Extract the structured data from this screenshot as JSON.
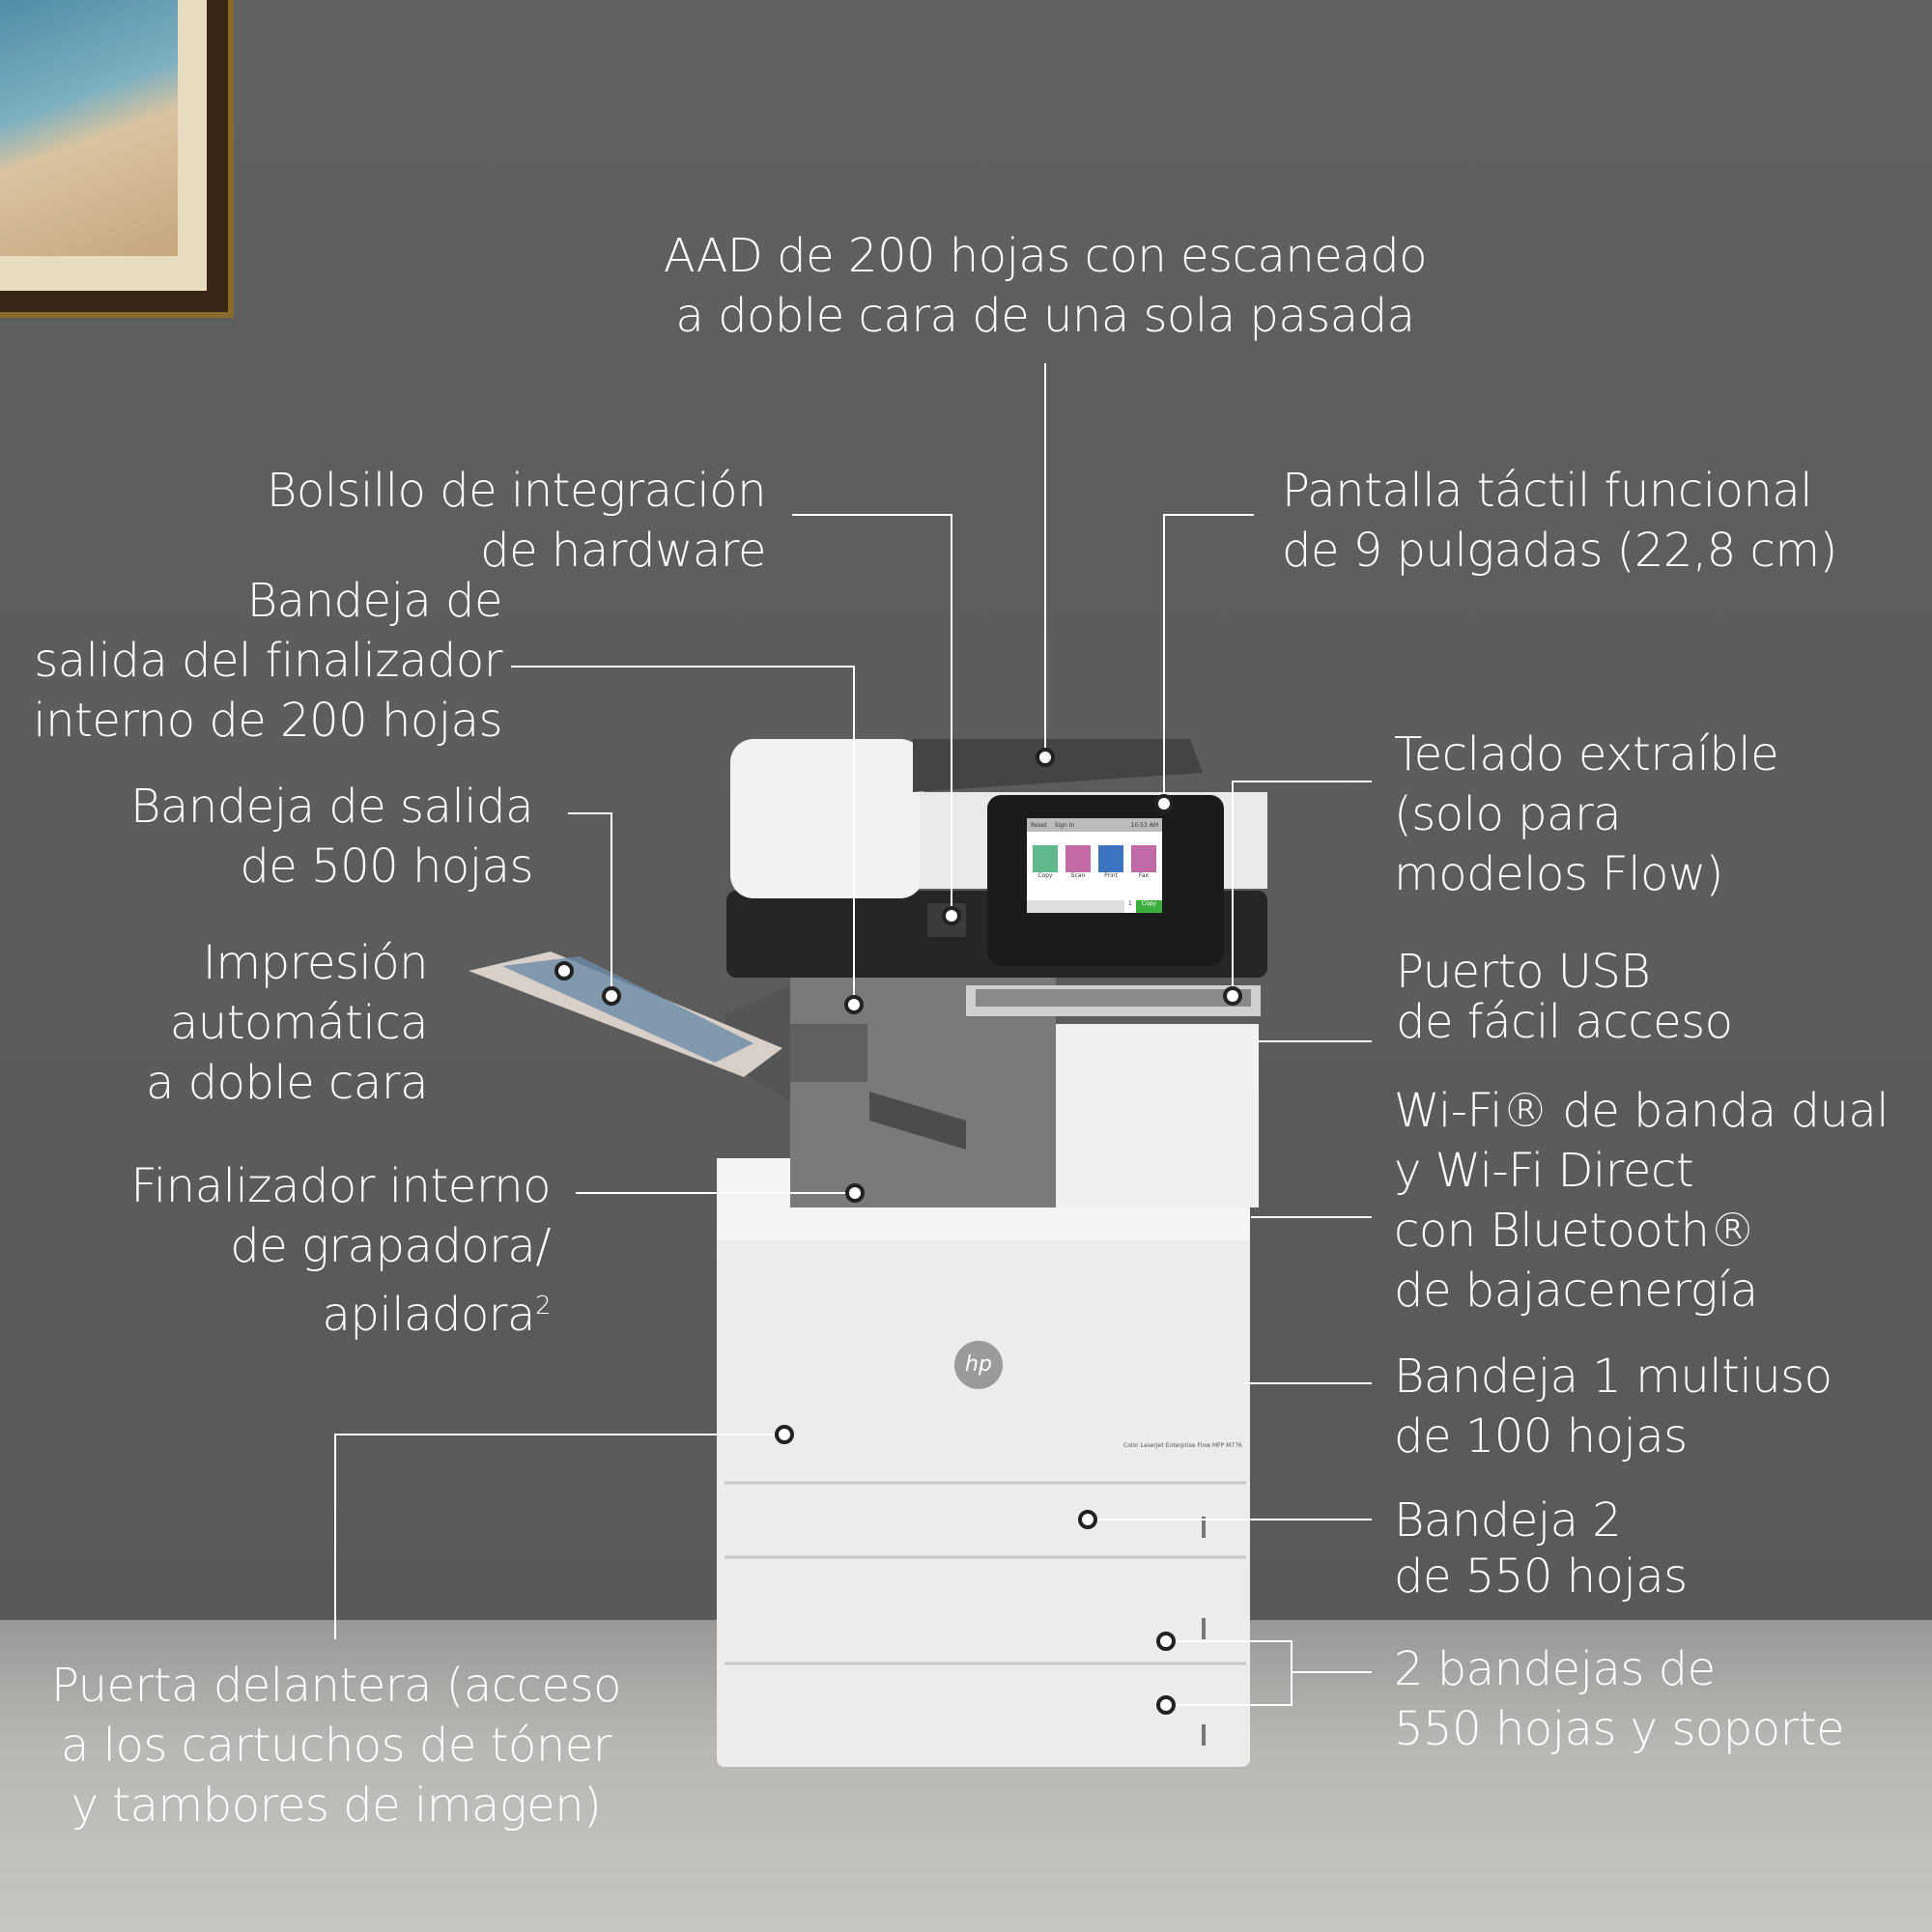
{
  "callouts": {
    "adf": [
      "AAD de 200 hojas con escaneado",
      "a doble cara de una sola pasada"
    ],
    "hip": [
      "Bolsillo de integración",
      "de hardware"
    ],
    "touchscreen": [
      "Pantalla táctil funcional",
      "de 9 pulgadas (22,8 cm)"
    ],
    "finisher_output": [
      "Bandeja de",
      "salida del finalizador",
      "interno de 200 hojas"
    ],
    "output_bin": [
      "Bandeja de salida",
      "de 500 hojas"
    ],
    "duplex": [
      "Impresión",
      "automática",
      "a doble cara"
    ],
    "stapler": [
      "Finalizador interno",
      "de grapadora/",
      "apiladora"
    ],
    "stapler_sup": "2",
    "front_door": [
      "Puerta delantera (acceso",
      "a los cartuchos de tóner",
      "y tambores de imagen)"
    ],
    "keyboard": [
      "Teclado extraíble",
      "(solo para",
      "modelos Flow)"
    ],
    "usb": [
      "Puerto USB",
      "de fácil acceso"
    ],
    "wifi": [
      "Wi-Fi® de banda dual",
      "y Wi-Fi Direct",
      "con Bluetooth®",
      "de bajacenergía"
    ],
    "tray1": [
      "Bandeja 1 multiuso",
      "de 100 hojas"
    ],
    "tray2": [
      "Bandeja 2",
      "de 550 hojas"
    ],
    "trays34": [
      "2 bandejas de",
      "550 hojas y soporte"
    ]
  },
  "screen": {
    "tabs": [
      "Reset",
      "Sign In"
    ],
    "time": "10:53 AM",
    "apps": [
      {
        "label": "Copy",
        "color": "#5fb98c"
      },
      {
        "label": "Scan",
        "color": "#c46aa6"
      },
      {
        "label": "Print",
        "color": "#3d74c0"
      },
      {
        "label": "Fax",
        "color": "#c06aa8"
      }
    ],
    "copies": "1",
    "action": "Copy"
  },
  "printer": {
    "model": "Color LaserJet Enterprise Flow MFP M776",
    "logo": "hp"
  },
  "colors": {
    "wall": "#5d5d5d",
    "printer": "#ececec",
    "callout": "#ffffff"
  }
}
